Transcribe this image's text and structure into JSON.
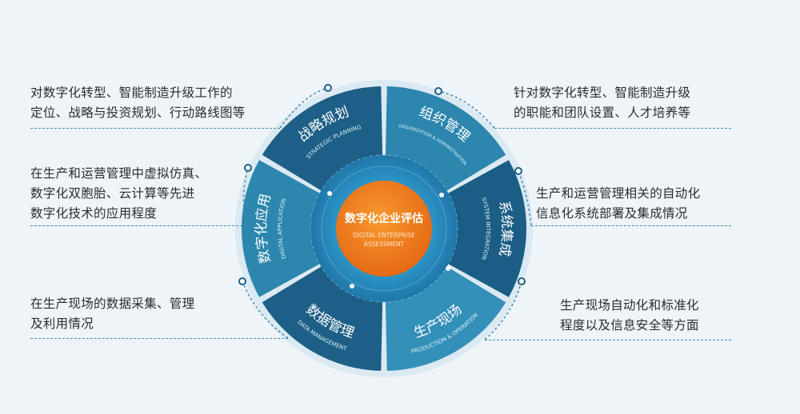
{
  "center": {
    "title": "数字化企业评估",
    "subtitle_line1": "DIGITAL ENTERPRISE",
    "subtitle_line2": "ASSESSMENT"
  },
  "segments": [
    {
      "key": "strategic",
      "cn": "战略规划",
      "en": "STRATEGIC PLANNING",
      "color": "#1d5f86"
    },
    {
      "key": "organization",
      "cn": "组织管理",
      "en": "ORGANIZATION & ADMINISTRATION",
      "color": "#2c86ad"
    },
    {
      "key": "system",
      "cn": "系统集成",
      "en": "SYSTEM INTEGRATION",
      "color": "#1b5d85"
    },
    {
      "key": "production",
      "cn": "生产现场",
      "en": "PRODUCTION & OPERATION",
      "color": "#3390b8"
    },
    {
      "key": "data",
      "cn": "数据管理",
      "en": "DATA MANAGEMENT",
      "color": "#1d5f86"
    },
    {
      "key": "application",
      "cn": "数字化应用",
      "en": "DIGITAL APPLICATION",
      "color": "#2c86ad"
    }
  ],
  "descriptions": {
    "top_left": [
      "对数字化转型、智能制造升级工作的",
      "定位、战略与投资规划、行动路线图等"
    ],
    "mid_left": [
      "在生产和运营管理中虚拟仿真、",
      "数字化双胞胎、云计算等先进",
      "数字化技术的应用程度"
    ],
    "bottom_left": [
      "在生产现场的数据采集、管理",
      "及利用情况"
    ],
    "top_right": [
      "针对数字化转型、智能制造升级",
      "的职能和团队设置、人才培养等"
    ],
    "mid_right": [
      "生产和运营管理相关的自动化",
      "信息化系统部署及集成情况"
    ],
    "bottom_right": [
      "生产现场自动化和标准化",
      "程度以及信息安全等方面"
    ]
  },
  "colors": {
    "outer_ring": "#1c6a94",
    "inner_disc": "#2f98c8",
    "center": "#f07f22",
    "dashed": "#3f8bb2"
  }
}
